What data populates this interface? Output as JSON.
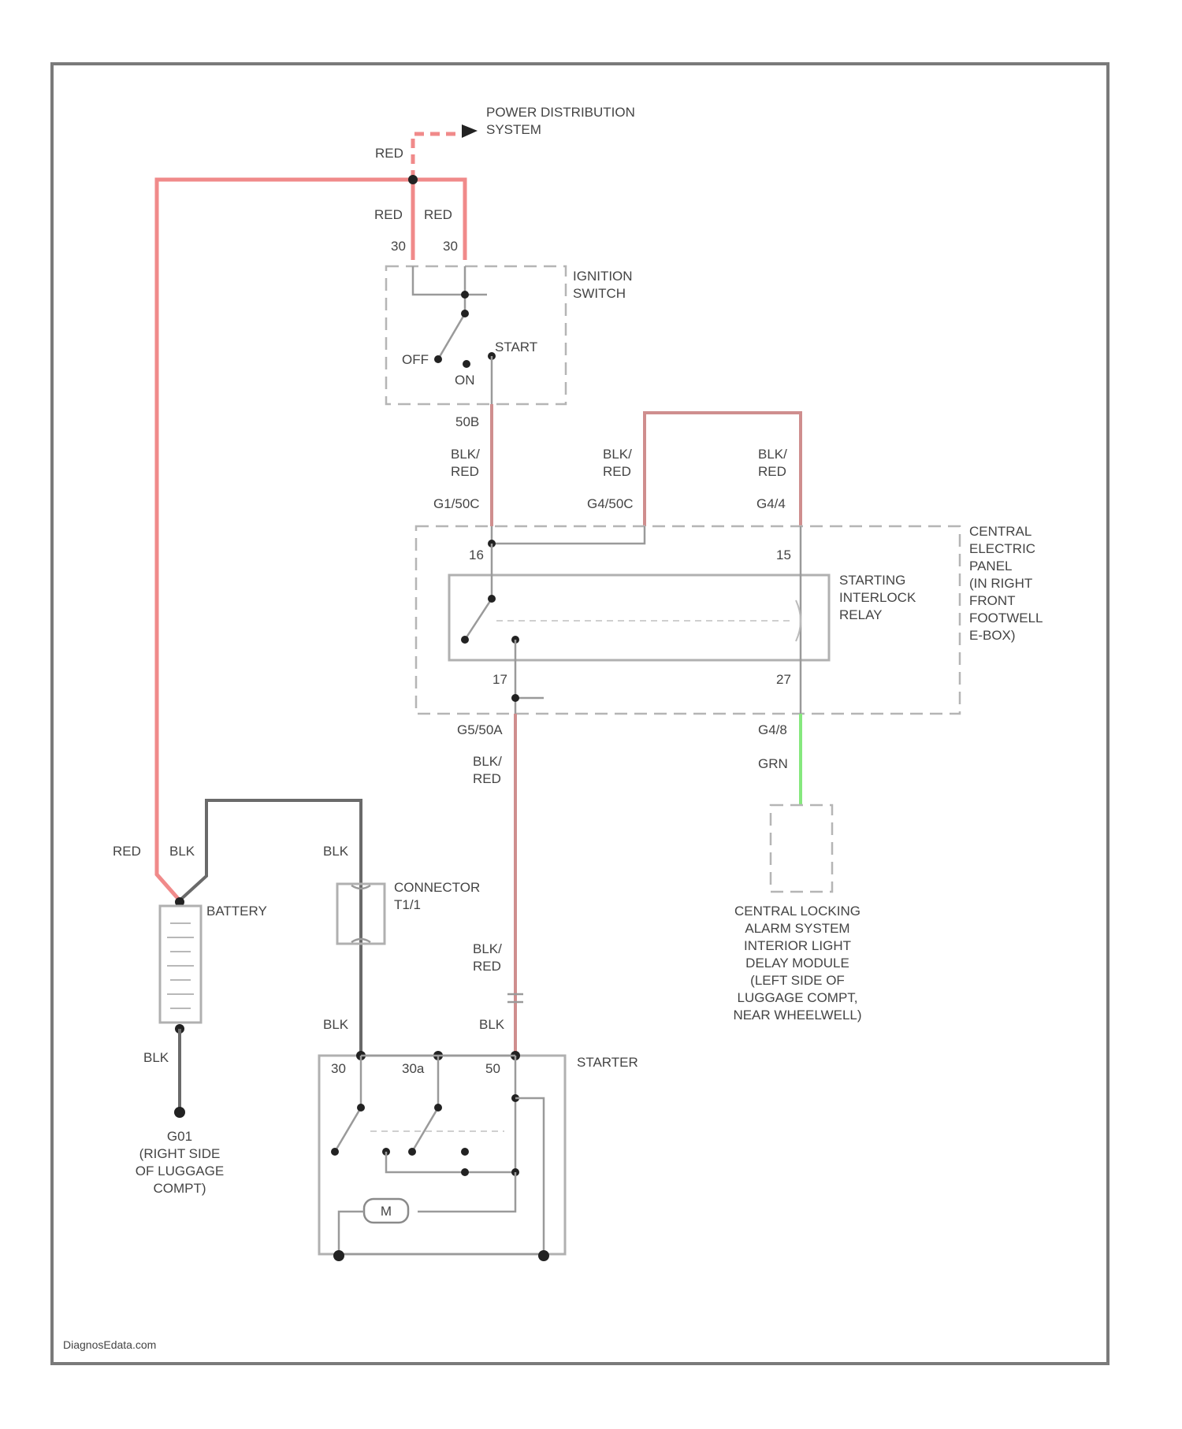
{
  "power_distribution": [
    "POWER DISTRIBUTION",
    "SYSTEM"
  ],
  "ignition_switch": {
    "label": [
      "IGNITION",
      "SWITCH"
    ],
    "pins": [
      "30",
      "30"
    ],
    "positions": {
      "off": "OFF",
      "on": "ON",
      "start": "START"
    }
  },
  "central_panel": {
    "label": [
      "CENTRAL",
      "ELECTRIC",
      "PANEL",
      "(IN RIGHT",
      "FRONT",
      "FOOTWELL",
      "E-BOX)"
    ],
    "pins": {
      "p16": "16",
      "p15": "15",
      "p17": "17",
      "p27": "27"
    }
  },
  "relay": {
    "label": [
      "STARTING",
      "INTERLOCK",
      "RELAY"
    ]
  },
  "battery": {
    "label": "BATTERY"
  },
  "connector": {
    "label": [
      "CONNECTOR",
      "T1/1"
    ]
  },
  "starter": {
    "label": "STARTER",
    "pins": {
      "p30": "30",
      "p30a": "30a",
      "p50": "50"
    },
    "motor": "M"
  },
  "ground": [
    "G01",
    "(RIGHT SIDE",
    "OF LUGGAGE",
    "COMPT)"
  ],
  "alarm_module": [
    "CENTRAL LOCKING",
    "ALARM SYSTEM",
    "INTERIOR LIGHT",
    "DELAY MODULE",
    "(LEFT SIDE OF",
    "LUGGAGE COMPT,",
    "NEAR WHEELWELL)"
  ],
  "wires": {
    "red_top": "RED",
    "red_left": "RED",
    "red_right": "RED",
    "ign_out_code": "50B",
    "blk_red_1": [
      "BLK/",
      "RED"
    ],
    "blk_red_2": [
      "BLK/",
      "RED"
    ],
    "blk_red_3": [
      "BLK/",
      "RED"
    ],
    "circuit_a": "G1/50C",
    "circuit_b": "G4/50C",
    "circuit_c": "G4/4",
    "circuit_d": "G5/50A",
    "circuit_e": "G4/8",
    "blk_red_4": [
      "BLK/",
      "RED"
    ],
    "blk_red_5": [
      "BLK/",
      "RED"
    ],
    "grn": "GRN",
    "bat_red": "RED",
    "bat_blk": "BLK",
    "conn_blk": "BLK",
    "gnd_blk": "BLK",
    "starter_blk_a": "BLK",
    "starter_blk_b": "BLK"
  },
  "watermark": "DiagnosEdata.com"
}
